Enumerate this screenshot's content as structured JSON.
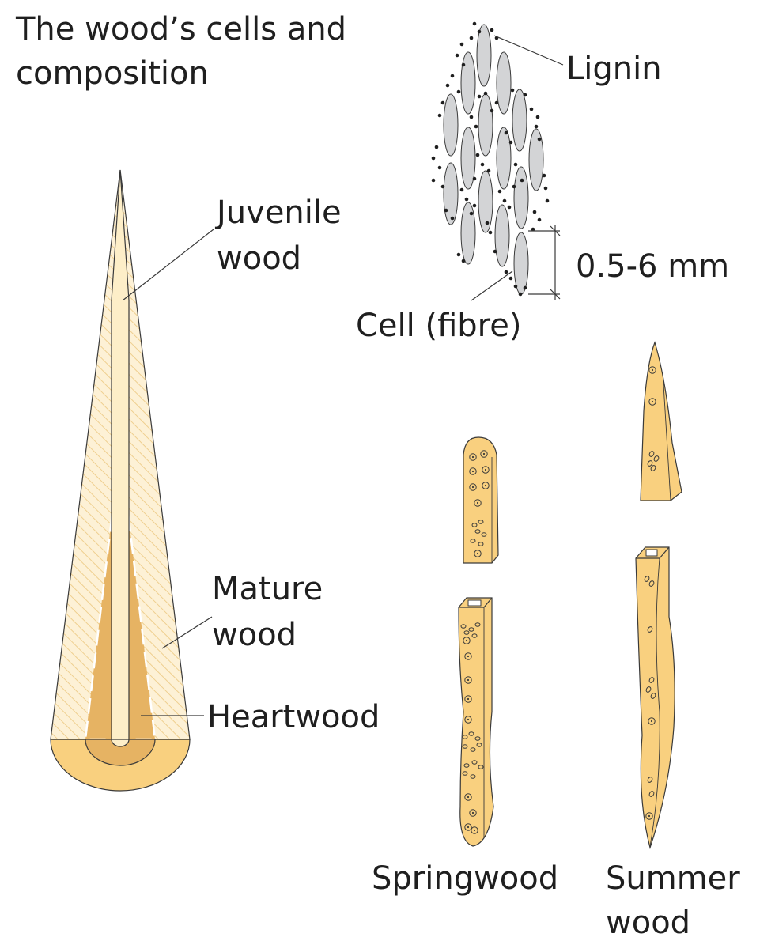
{
  "title": {
    "line1": "The wood’s cells and",
    "line2": "composition"
  },
  "trunk_labels": {
    "juvenile_line1": "Juvenile",
    "juvenile_line2": "wood",
    "mature_line1": "Mature",
    "mature_line2": "wood",
    "heartwood": "Heartwood"
  },
  "cell_labels": {
    "lignin": "Lignin",
    "cell": "Cell (fibre)",
    "dimension": "0.5-6 mm"
  },
  "fibre_labels": {
    "springwood": "Springwood",
    "summerwood_line1": "Summer",
    "summerwood_line2": "wood"
  },
  "colors": {
    "juvenile": "#fdeec8",
    "mature": "#fbe3ad",
    "heartwood": "#e6b363",
    "fibre": "#f9d07f",
    "cell": "#d3d4d6",
    "outline": "#3a3a3a"
  }
}
